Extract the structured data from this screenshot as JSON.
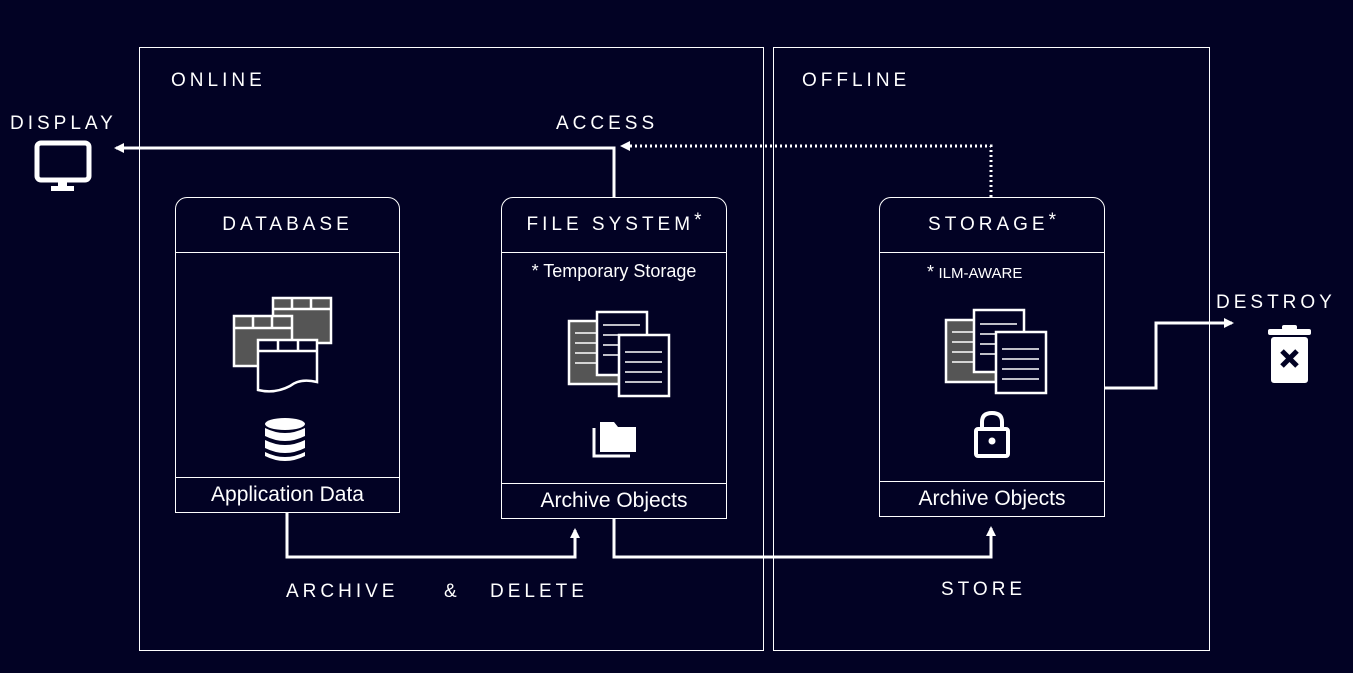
{
  "regions": {
    "online": "ONLINE",
    "offline": "OFFLINE"
  },
  "external": {
    "display": "DISPLAY",
    "destroy": "DESTROY"
  },
  "cards": {
    "database": {
      "title": "DATABASE",
      "footer": "Application Data"
    },
    "file_system": {
      "title": "FILE SYSTEM",
      "title_mark": "*",
      "note": "* Temporary Storage",
      "footer": "Archive Objects"
    },
    "storage": {
      "title": "STORAGE",
      "title_mark": "*",
      "note_mark": "*",
      "note": "ILM-AWARE",
      "footer": "Archive Objects"
    }
  },
  "flows": {
    "access": "ACCESS",
    "archive": "ARCHIVE",
    "amp": "&",
    "delete": "DELETE",
    "store": "STORE"
  },
  "icons": [
    "monitor-icon",
    "trash-icon",
    "tables-icon",
    "database-icon",
    "documents-icon",
    "folders-icon",
    "lock-icon"
  ],
  "colors": {
    "background": "#020224",
    "foreground": "#ffffff",
    "fill_gray": "#555555"
  }
}
